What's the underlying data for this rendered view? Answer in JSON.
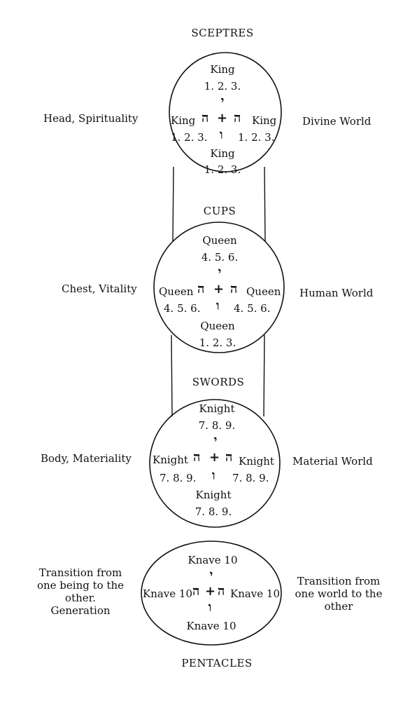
{
  "sections": [
    {
      "title": "SCEPTRES",
      "left": "Head, Spirituality",
      "right": "Divine World",
      "top": {
        "name": "King",
        "nums": "1. 2. 3."
      },
      "mid_left": {
        "name": "King",
        "nums": "1. 2. 3."
      },
      "mid_right": {
        "name": "King",
        "nums": "1. 2. 3."
      },
      "bottom": {
        "name": "King",
        "nums": "1. 2. 3."
      },
      "yod": "י",
      "he": "ה",
      "plus": "+",
      "vav": "ו"
    },
    {
      "title": "CUPS",
      "left": "Chest, Vitality",
      "right": "Human World",
      "top": {
        "name": "Queen",
        "nums": "4. 5. 6."
      },
      "mid_left": {
        "name": "Queen",
        "nums": "4. 5. 6."
      },
      "mid_right": {
        "name": "Queen",
        "nums": "4. 5. 6."
      },
      "bottom": {
        "name": "Queen",
        "nums": "1. 2. 3."
      },
      "yod": "י",
      "he": "ה",
      "plus": "+",
      "vav": "ו"
    },
    {
      "title": "SWORDS",
      "left": "Body, Materiality",
      "right": "Material World",
      "top": {
        "name": "Knight",
        "nums": "7. 8. 9."
      },
      "mid_left": {
        "name": "Knight",
        "nums": "7. 8. 9."
      },
      "mid_right": {
        "name": "Knight",
        "nums": "7. 8. 9."
      },
      "bottom": {
        "name": "Knight",
        "nums": "7. 8. 9."
      },
      "yod": "י",
      "he": "ה",
      "plus": "+",
      "vav": "ו"
    },
    {
      "title": "PENTACLES",
      "left": "Transition from one being to the other. Generation",
      "right": "Transition from one world to the other",
      "top": {
        "name": "Knave 10"
      },
      "mid_left": {
        "name": "Knave 10"
      },
      "mid_right": {
        "name": "Knave 10"
      },
      "bottom": {
        "name": "Knave 10"
      },
      "yod": "י",
      "he": "ה",
      "plus": "+",
      "vav": "ו"
    }
  ]
}
